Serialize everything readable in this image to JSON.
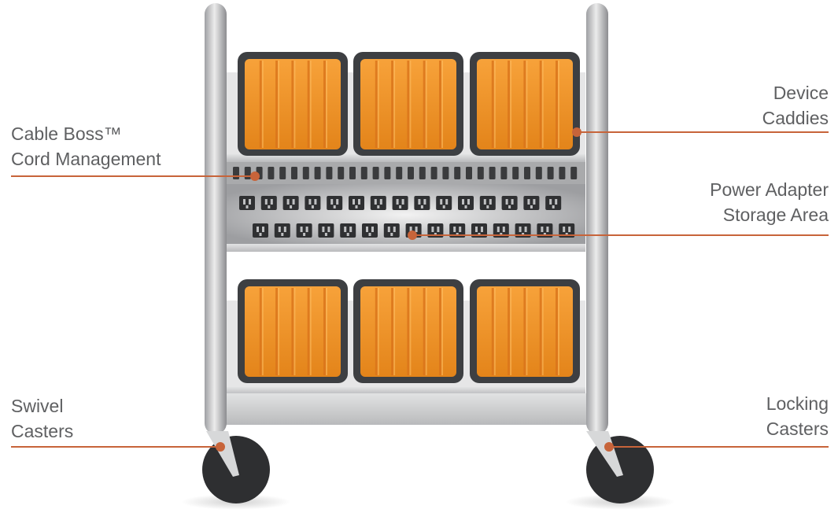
{
  "colors": {
    "accent": "#c7643a",
    "caddy_orange": "#f0911e",
    "caddy_frame": "#3d3f42",
    "frame_silver": "#c9cacc",
    "wheel": "#2e2f31",
    "label_text": "#5f6062"
  },
  "callouts": {
    "cable_boss": {
      "line1": "Cable Boss™",
      "line2": "Cord Management"
    },
    "device_caddies": {
      "line1": "Device",
      "line2": "Caddies"
    },
    "power_adapter": {
      "line1": "Power Adapter",
      "line2": "Storage Area"
    },
    "swivel_casters": {
      "line1": "Swivel",
      "line2": "Casters"
    },
    "locking_casters": {
      "line1": "Locking",
      "line2": "Casters"
    }
  },
  "cart": {
    "caddies_per_shelf": 3,
    "shelves_with_caddies": 2,
    "outlet_rows": [
      15,
      15
    ]
  }
}
